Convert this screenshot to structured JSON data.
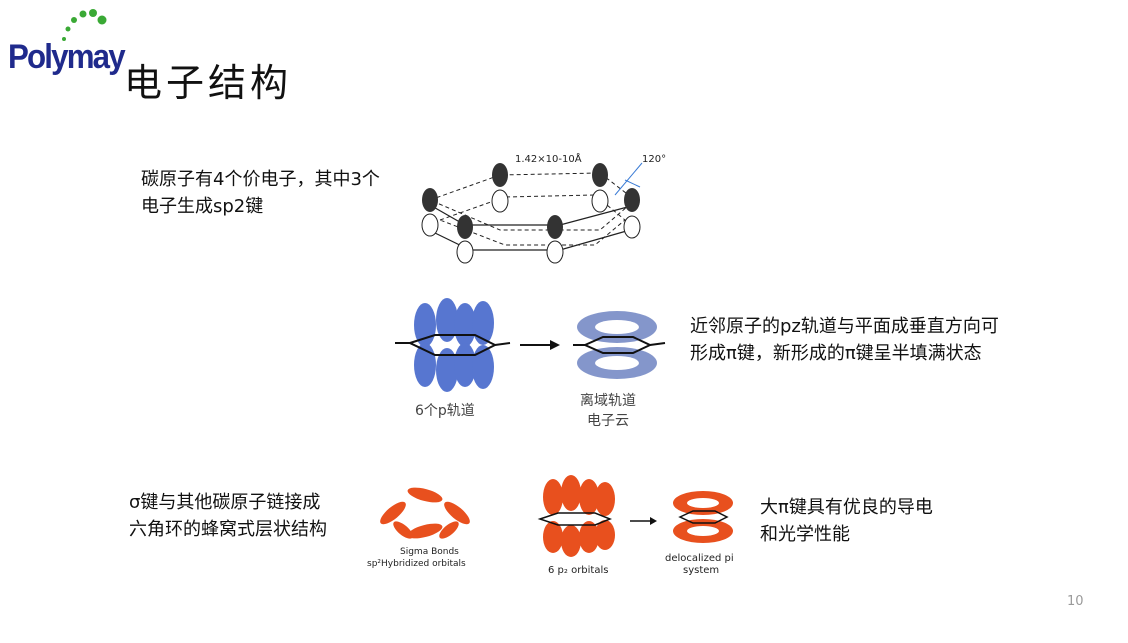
{
  "logo": {
    "text": "Polymay"
  },
  "title": "电子结构",
  "blocks": {
    "sp2": {
      "line1": "碳原子有4个价电子，其中3个",
      "line2": "电子生成sp2键"
    },
    "pz": {
      "line1": "近邻原子的pz轨道与平面成垂直方向可",
      "line2": "形成π键，新形成的π键呈半填满状态"
    },
    "sigma": {
      "line1": "σ键与其他碳原子链接成",
      "line2": "六角环的蜂窝式层状结构"
    },
    "pi": {
      "line1": "大π键具有优良的导电",
      "line2": "和光学性能"
    }
  },
  "figures": {
    "hexagon": {
      "bond_length": "1.42×10-10Å",
      "angle": "120°"
    },
    "p_orbitals": {
      "left_label": "6个p轨道",
      "right_label_1": "离域轨道",
      "right_label_2": "电子云"
    },
    "orange": {
      "sigma_label_1": "Sigma Bonds",
      "sigma_label_2": "sp²Hybridized orbitals",
      "p_label": "6 p₂ orbitals",
      "deloc_label_1": "delocalized pi",
      "deloc_label_2": "system"
    }
  },
  "page_number": "10",
  "colors": {
    "logo_blue": "#1f2a8c",
    "logo_green": "#3aa935",
    "orbital_blue": "#3a5fc8",
    "orange": "#e8501e"
  }
}
